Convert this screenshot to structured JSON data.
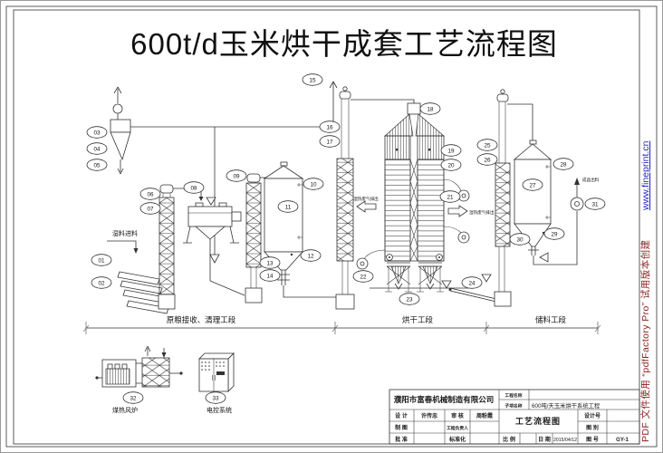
{
  "title": "600t/d玉米烘干成套工艺流程图",
  "annotations": {
    "wet_feed": "湿料进料",
    "exhaust_left": "湿热废气排出",
    "exhaust_right": "湿热废气排出",
    "product_out": "成品出料"
  },
  "sections": [
    {
      "label": "原粮接收、清理工段"
    },
    {
      "label": "烘干工段"
    },
    {
      "label": "储料工段"
    }
  ],
  "aux": {
    "furnace_label": "煤热风炉",
    "control_label": "电控系统"
  },
  "equipment_labels": [
    {
      "no": "01"
    },
    {
      "no": "02"
    },
    {
      "no": "03"
    },
    {
      "no": "04"
    },
    {
      "no": "05"
    },
    {
      "no": "06"
    },
    {
      "no": "07"
    },
    {
      "no": "08"
    },
    {
      "no": "09"
    },
    {
      "no": "10"
    },
    {
      "no": "11"
    },
    {
      "no": "12"
    },
    {
      "no": "13"
    },
    {
      "no": "14"
    },
    {
      "no": "15"
    },
    {
      "no": "16"
    },
    {
      "no": "17"
    },
    {
      "no": "18"
    },
    {
      "no": "19"
    },
    {
      "no": "20"
    },
    {
      "no": "21"
    },
    {
      "no": "22"
    },
    {
      "no": "23"
    },
    {
      "no": "24"
    },
    {
      "no": "25"
    },
    {
      "no": "26"
    },
    {
      "no": "27"
    },
    {
      "no": "28"
    },
    {
      "no": "29"
    },
    {
      "no": "30"
    },
    {
      "no": "31"
    },
    {
      "no": "32"
    },
    {
      "no": "33"
    }
  ],
  "title_block": {
    "company": "濮阳市富春机械制造有限公司",
    "project_label": "工程名称",
    "project_value": "",
    "subitem_label": "子项名称",
    "subitem_value": "600吨/天玉米烘干系统工程",
    "design_label": "设 计",
    "design_name": "许传忠",
    "check_label": "审 核",
    "check_name": "周粉霞",
    "draft_label": "制 图",
    "draft_name": "",
    "lead_label": "工程负责人",
    "lead_name": "",
    "approve_label": "批 准",
    "approve_name": "",
    "std_label": "标准化",
    "std_name": "",
    "drawing_name": "工艺流程图",
    "design_no_label": "设计号",
    "design_no": "",
    "category_label": "图 别",
    "category": "",
    "scale_label": "比 例",
    "scale": "",
    "date_label": "日 期",
    "date": "2015/04/12",
    "drawing_no_label": "图 号",
    "drawing_no": "GY-1"
  },
  "watermark": {
    "text": "PDF 文件使用 “pdfFactory Pro” 试用版本创建",
    "url": "www.fineprint.cn",
    "text_color": "#8b2020",
    "url_color": "#2626c2"
  }
}
